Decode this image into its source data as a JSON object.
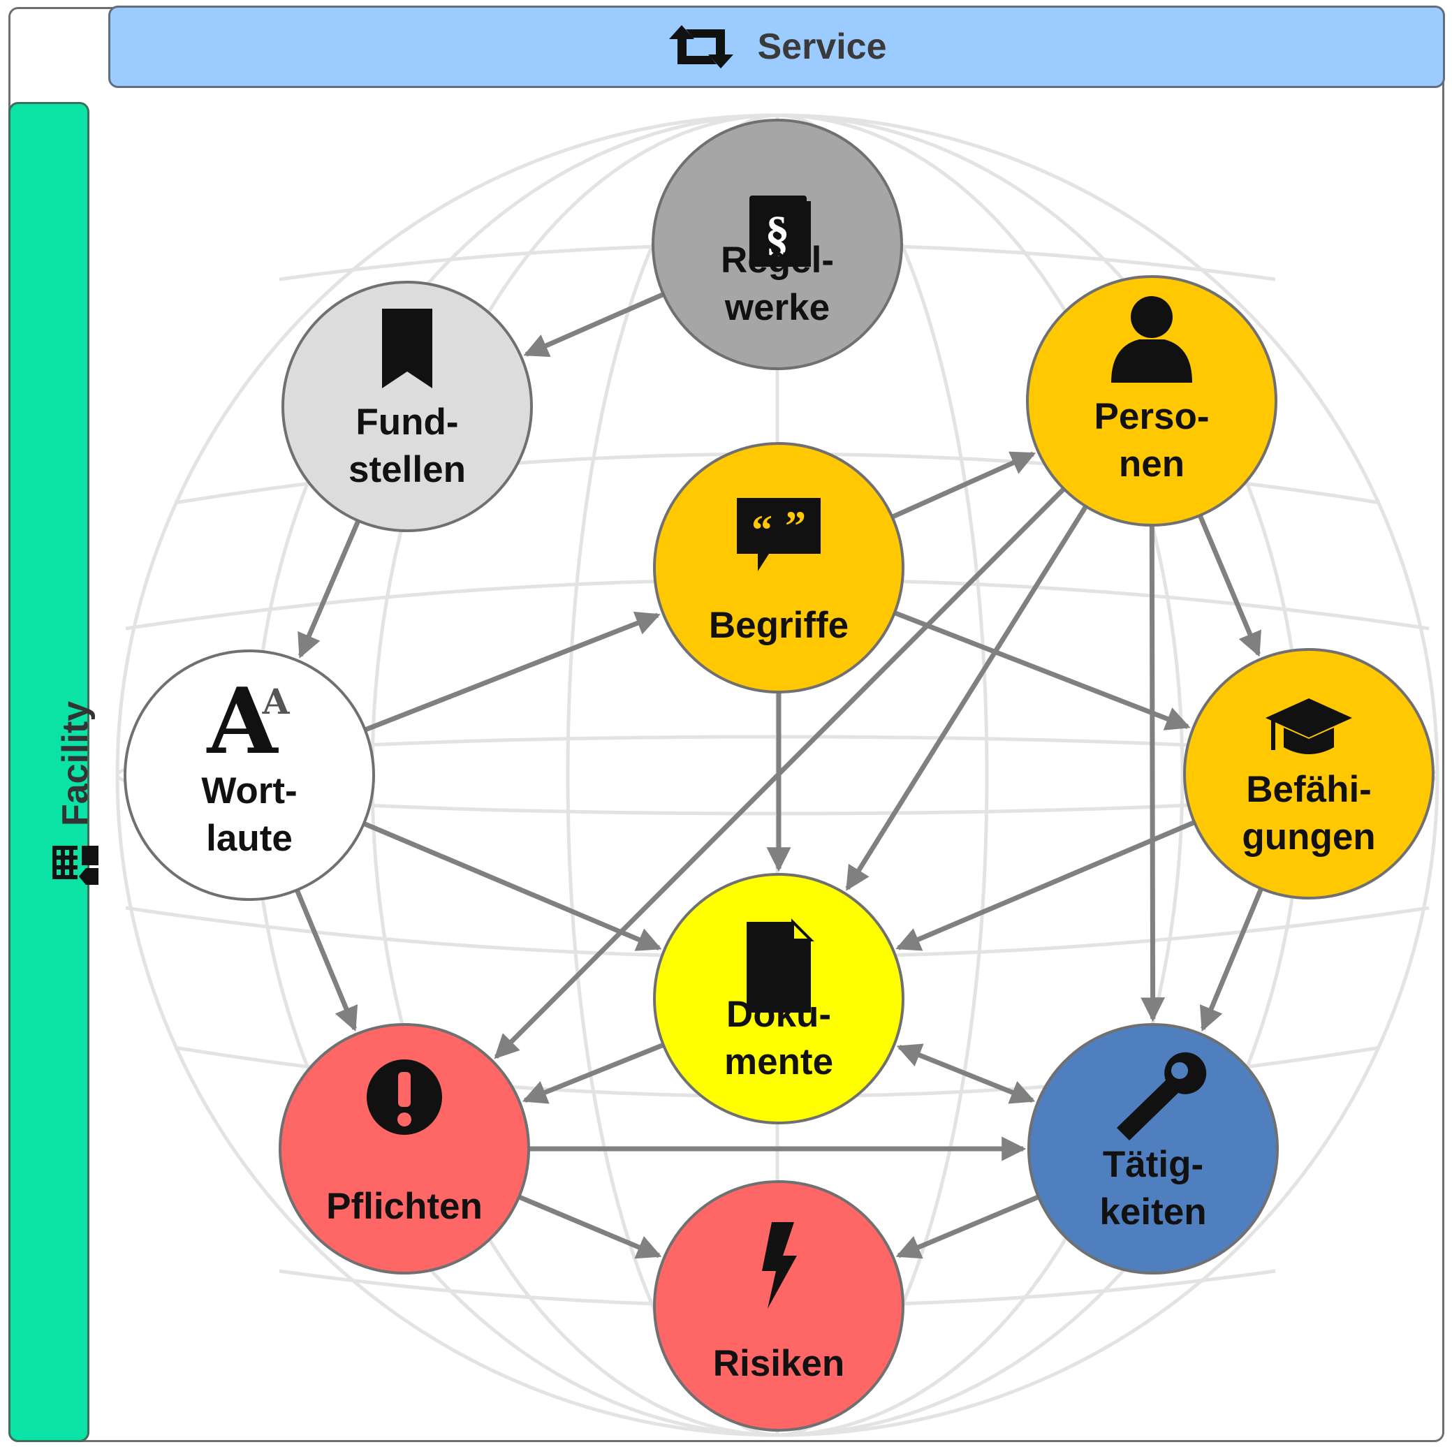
{
  "header": {
    "title": "Service",
    "icon": "retweet-icon"
  },
  "sidebar": {
    "title": "Facility",
    "icon": "building-icon"
  },
  "colors": {
    "service_bar": "#9ccbff",
    "facility_bar": "#0be3a6",
    "edge": "#808080",
    "grid": "#e3e3e3"
  },
  "nodes": [
    {
      "id": "regelwerke",
      "lines": [
        "Regel-",
        "werke"
      ],
      "icon": "paragraph-book-icon",
      "color": "#a6a6a6"
    },
    {
      "id": "fundstellen",
      "lines": [
        "Fund-",
        "stellen"
      ],
      "icon": "bookmark-icon",
      "color": "#dcdcdc"
    },
    {
      "id": "personen",
      "lines": [
        "Perso-",
        "nen"
      ],
      "icon": "person-icon",
      "color": "#ffc800"
    },
    {
      "id": "begriffe",
      "lines": [
        "Begriffe"
      ],
      "icon": "quote-bubble-icon",
      "color": "#ffc800"
    },
    {
      "id": "wortlaute",
      "lines": [
        "Wort-",
        "laute"
      ],
      "icon": "font-size-icon",
      "color": "#ffffff"
    },
    {
      "id": "befaehigungen",
      "lines": [
        "Befähi-",
        "gungen"
      ],
      "icon": "graduation-cap-icon",
      "color": "#ffc800"
    },
    {
      "id": "dokumente",
      "lines": [
        "Doku-",
        "mente"
      ],
      "icon": "document-icon",
      "color": "#ffff00"
    },
    {
      "id": "pflichten",
      "lines": [
        "Pflichten"
      ],
      "icon": "exclamation-icon",
      "color": "#ff6666"
    },
    {
      "id": "taetigkeiten",
      "lines": [
        "Tätig-",
        "keiten"
      ],
      "icon": "wrench-icon",
      "color": "#4f7fbe"
    },
    {
      "id": "risiken",
      "lines": [
        "Risiken"
      ],
      "icon": "lightning-icon",
      "color": "#ff6666"
    }
  ],
  "edges": [
    {
      "from": "regelwerke",
      "to": "fundstellen"
    },
    {
      "from": "fundstellen",
      "to": "wortlaute"
    },
    {
      "from": "wortlaute",
      "to": "begriffe"
    },
    {
      "from": "begriffe",
      "to": "personen"
    },
    {
      "from": "begriffe",
      "to": "befaehigungen"
    },
    {
      "from": "begriffe",
      "to": "dokumente"
    },
    {
      "from": "personen",
      "to": "befaehigungen"
    },
    {
      "from": "personen",
      "to": "taetigkeiten"
    },
    {
      "from": "personen",
      "to": "dokumente"
    },
    {
      "from": "personen",
      "to": "pflichten"
    },
    {
      "from": "wortlaute",
      "to": "dokumente"
    },
    {
      "from": "wortlaute",
      "to": "pflichten"
    },
    {
      "from": "befaehigungen",
      "to": "dokumente"
    },
    {
      "from": "befaehigungen",
      "to": "taetigkeiten"
    },
    {
      "from": "dokumente",
      "to": "pflichten"
    },
    {
      "from": "dokumente",
      "to": "taetigkeiten",
      "bidirectional": true
    },
    {
      "from": "pflichten",
      "to": "taetigkeiten"
    },
    {
      "from": "pflichten",
      "to": "risiken"
    },
    {
      "from": "taetigkeiten",
      "to": "risiken"
    }
  ]
}
